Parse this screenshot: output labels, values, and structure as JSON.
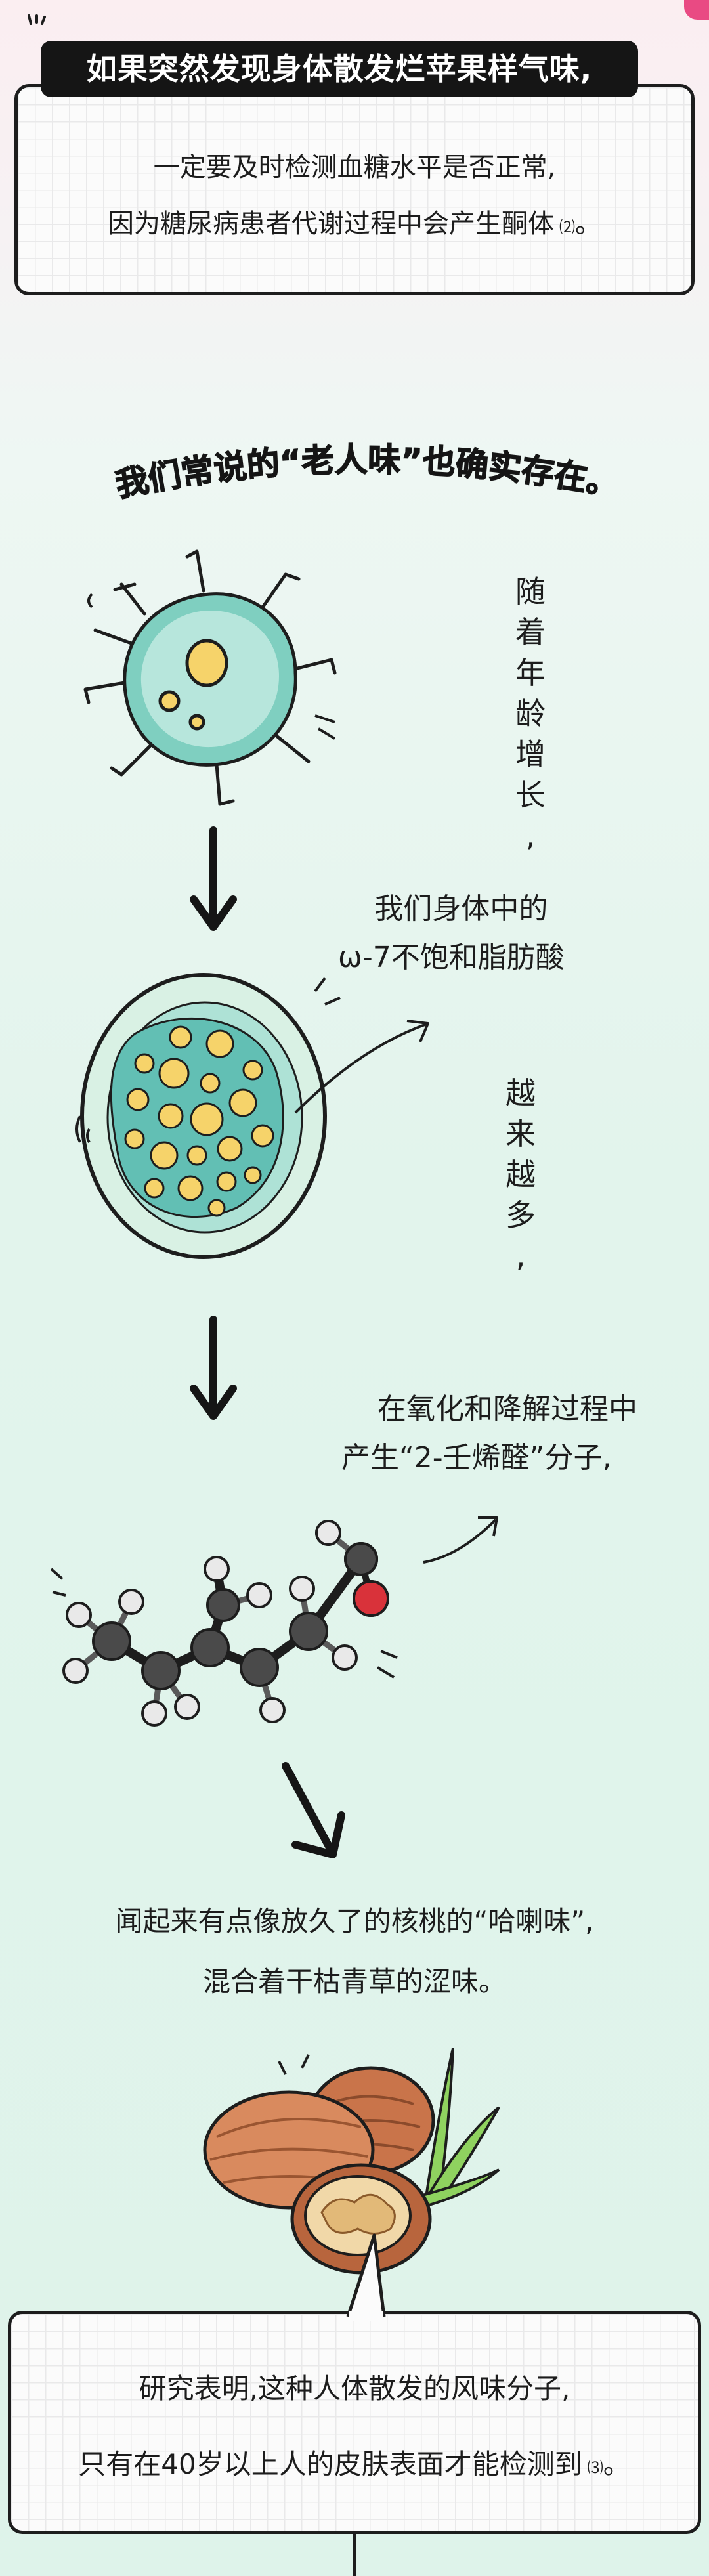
{
  "header": {
    "title": "如果突然发现身体散发烂苹果样气味,",
    "line1": "一定要及时检测血糖水平是否正常,",
    "line2": "因为糖尿病患者代谢过程中会产生酮体",
    "ref": "⑵",
    "line2_end": "。"
  },
  "section": {
    "heading": "我们常说的“老人味”也确实存在。",
    "vertical_note_1": [
      "随",
      "着",
      "年",
      "龄",
      "增",
      "长",
      ","
    ],
    "label_1": [
      "我们身体中的",
      "ω-7不饱和脂肪酸"
    ],
    "vertical_note_2": [
      "越",
      "来",
      "越",
      "多",
      ","
    ],
    "label_2": [
      "在氧化和降解过程中",
      "产生“2-壬烯醛”分子,"
    ],
    "smell_1": "闻起来有点像放久了的核桃的“哈喇味”,",
    "smell_2": "混合着干枯青草的涩味。"
  },
  "footer": {
    "line1": "研究表明,这种人体散发的风味分子,",
    "line2": "只有在40岁以上人的皮肤表面才能检测到",
    "ref": "⑶",
    "line2_end": "。"
  },
  "colors": {
    "cell_fill": "#7fcfc0",
    "nucleus_yellow": "#f6d36a",
    "oxygen_red": "#d9323a",
    "carbon_gray": "#4a4a4a"
  },
  "icons": [
    "sparkle-icon",
    "cell-icon",
    "down-arrow-icon",
    "fat-cell-icon",
    "pointer-arrow-icon",
    "molecule-icon",
    "walnut-icon",
    "grass-icon"
  ]
}
